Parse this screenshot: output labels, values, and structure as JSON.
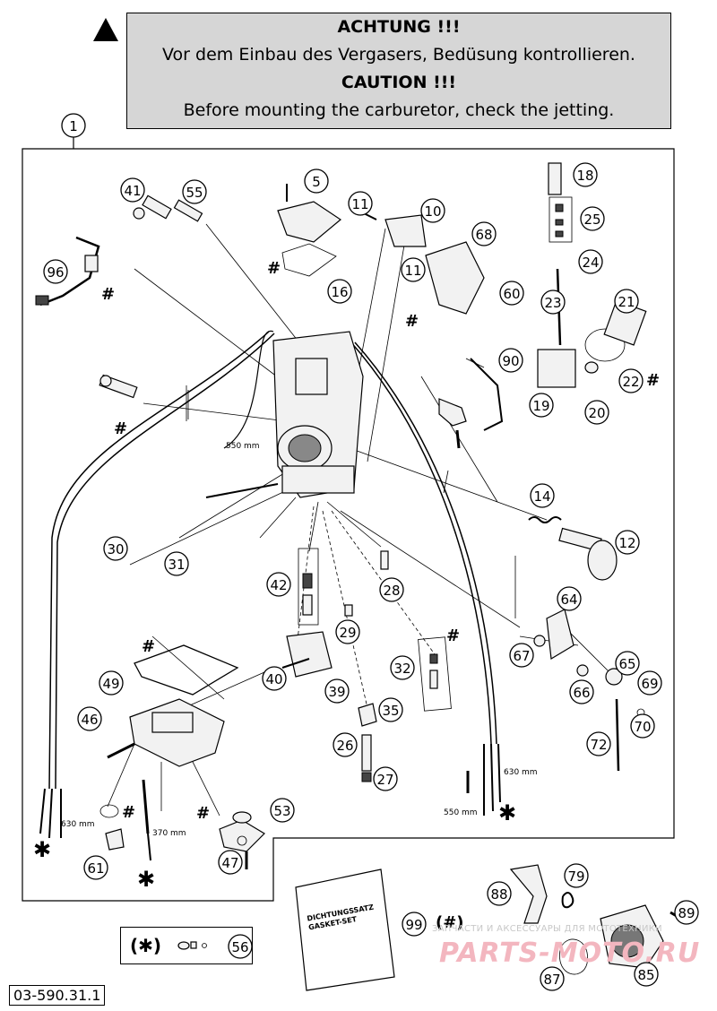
{
  "caution": {
    "line1": "ACHTUNG !!!",
    "line2": "Vor dem Einbau des Vergasers, Bedüsung kontrollieren.",
    "line3": "CAUTION !!!",
    "line4": "Before mounting the carburetor, check the jetting."
  },
  "diagram": {
    "callouts": [
      "1",
      "5",
      "10",
      "11",
      "11",
      "12",
      "14",
      "16",
      "18",
      "19",
      "20",
      "21",
      "22",
      "23",
      "24",
      "25",
      "26",
      "27",
      "28",
      "29",
      "30",
      "31",
      "32",
      "35",
      "39",
      "40",
      "41",
      "42",
      "46",
      "47",
      "49",
      "53",
      "55",
      "56",
      "60",
      "61",
      "64",
      "65",
      "66",
      "67",
      "68",
      "69",
      "70",
      "72",
      "79",
      "85",
      "87",
      "88",
      "89",
      "90",
      "96",
      "99"
    ],
    "markers": {
      "hash": "#",
      "star": "✱"
    },
    "hose_labels": {
      "l550a": "550 mm",
      "l550b": "550 mm",
      "l630a": "630 mm",
      "l630b": "630 mm",
      "l370": "370 mm"
    },
    "gasket_set_text": {
      "line1": "DICHTUNGSSATZ",
      "line2": "GASKET-SET"
    },
    "gasket_set_marker": "(#)",
    "legend_symbol": "(✱)",
    "watermark_top": "ЗАПЧАСТИ И АКСЕССУАРЫ ДЛЯ МОТОТЕХНИКИ",
    "watermark": "PARTS-MOTO.RU"
  },
  "doc_id": "03-590.31.1"
}
